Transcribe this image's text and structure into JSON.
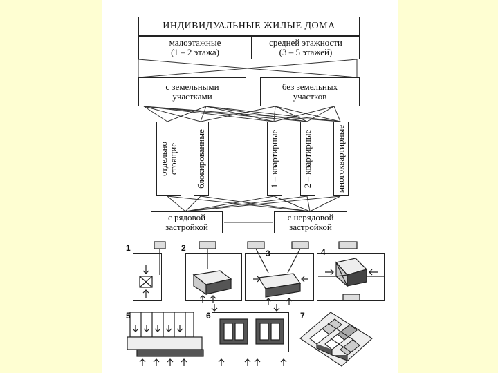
{
  "diagram": {
    "title": "ИНДИВИДУАЛЬНЫЕ ЖИЛЫЕ ДОМА",
    "floors": {
      "low": "малоэтажные\n(1 – 2 этажа)",
      "mid": "средней этажности\n(3 – 5 этажей)"
    },
    "plots": {
      "with": "с земельными\nучастками",
      "without": "без земельных\nучастков"
    },
    "types": [
      "отдельно\nстоящие",
      "блокированные",
      "1 – квартирные",
      "2 – квартирные",
      "многоквартирные"
    ],
    "layout": {
      "row": "с рядовой\nзастройкой",
      "nonrow": "с нерядовой\nзастройкой"
    }
  },
  "illustrations": {
    "labels": [
      "1",
      "2",
      "3",
      "4",
      "5",
      "6",
      "7"
    ]
  }
}
